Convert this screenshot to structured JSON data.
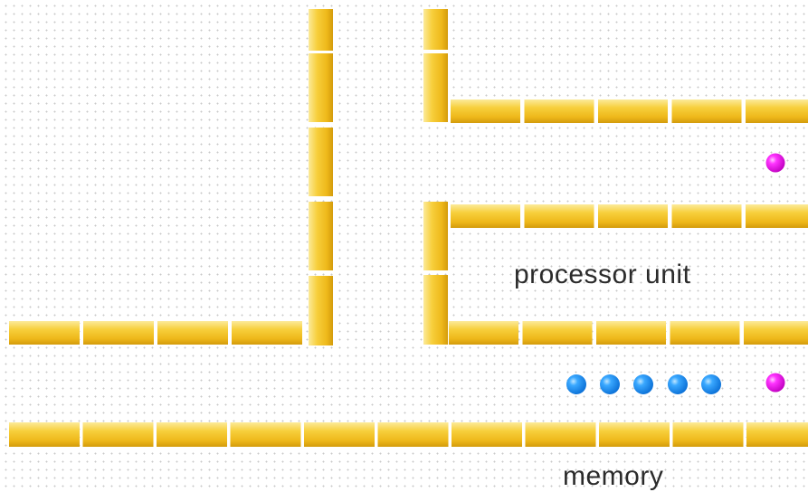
{
  "labels": {
    "processor": "processor unit",
    "memory": "memory"
  },
  "colors": {
    "wire_light": "#fbe27a",
    "wire_mid": "#f3c223",
    "wire_dark": "#d59d0a",
    "background": "#ffffff",
    "dot_grid": "#c9c9c9",
    "data_token": "#1e90ff",
    "control_token": "#e600e6"
  },
  "tokens": {
    "data_count": 5,
    "control_count": 2
  }
}
